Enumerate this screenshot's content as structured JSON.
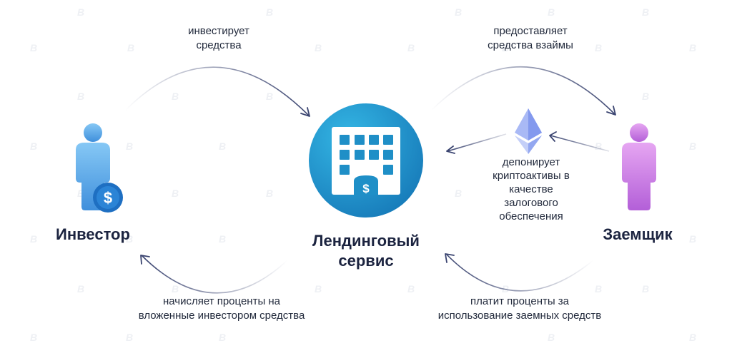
{
  "nodes": {
    "investor": "Инвестор",
    "service": [
      "Лендинговый",
      "сервис"
    ],
    "borrower": "Заемщик"
  },
  "edges": {
    "invests": [
      "инвестирует",
      "средства"
    ],
    "lends": [
      "предоставляет",
      "средства взаймы"
    ],
    "deposits": [
      "депонирует",
      "криптоактивы в",
      "качестве",
      "залогового",
      "обеспечения"
    ],
    "accrues_interest": [
      "начисляет проценты на",
      "вложенные инвестором средства"
    ],
    "pays_interest": [
      "платит проценты за",
      "использование заемных средств"
    ]
  },
  "icons": {
    "investor": "person-dollar-icon",
    "service": "building-dollar-icon",
    "borrower": "person-icon",
    "collateral": "ethereum-icon"
  },
  "colors": {
    "investor": "#5aa8e6",
    "service": "#1f8fc7",
    "borrower": "#c77ae0",
    "collateral": "#8fa6f0",
    "arrow": "#3a4470",
    "text": "#222a3c"
  }
}
